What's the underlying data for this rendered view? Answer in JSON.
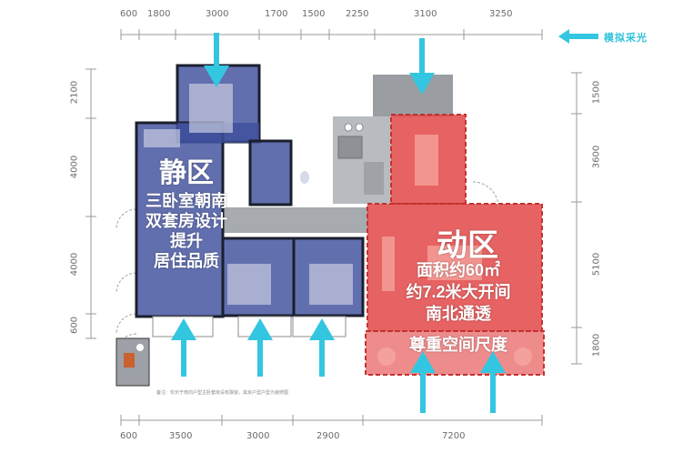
{
  "dimensions": {
    "top": [
      "600",
      "1800",
      "3000",
      "1700",
      "1500",
      "2250",
      "3100",
      "3250"
    ],
    "bottom": [
      "600",
      "3500",
      "3000",
      "2900",
      "7200"
    ],
    "left": [
      "2100",
      "4000",
      "4000",
      "600"
    ],
    "right": [
      "1500",
      "3600",
      "5100",
      "1800"
    ]
  },
  "legend": {
    "label": "模拟采光",
    "icon": "arrow-left-icon"
  },
  "quiet_zone": {
    "title": "静区",
    "line1": "三卧室朝南",
    "line2": "双套房设计",
    "line3": "提升",
    "line4": "居住品质",
    "color": "#3f4f9c"
  },
  "active_zone": {
    "title": "动区",
    "line1": "面积约60㎡",
    "line2": "约7.2米大开间",
    "line3": "南北通透",
    "line4": "尊重空间尺度",
    "color": "#e2403f"
  },
  "light_arrow_color": "#33c6e0",
  "note": "备注：仅示于南向户型主卧套房设有飘窗，其余户型户型为装修图"
}
